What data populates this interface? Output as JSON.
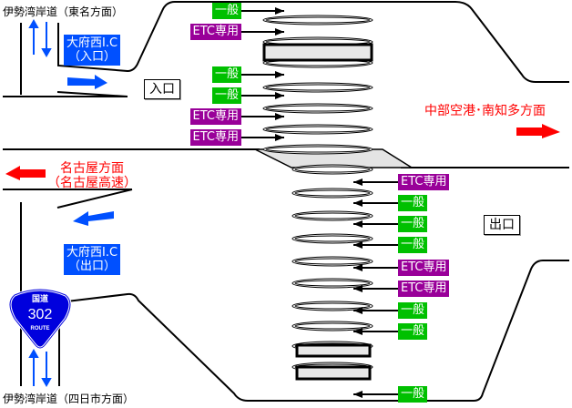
{
  "directions": {
    "top_left": "伊勢湾岸道（東名方面）",
    "bottom_left": "伊勢湾岸道（四日市方面）",
    "east": "中部空港･南知多方面",
    "west_line1": "名古屋方面",
    "west_line2": "（名古屋高速）"
  },
  "interchange": {
    "entrance_label": [
      "大府西I.C",
      "（入口）"
    ],
    "exit_label": [
      "大府西I.C",
      "（出口）"
    ]
  },
  "area_labels": {
    "entrance": "入口",
    "exit": "出口"
  },
  "route_sign": {
    "top": "国道",
    "number": "302",
    "bottom": "ROUTE"
  },
  "entrance_lanes": [
    {
      "label": "一般",
      "type": "general"
    },
    {
      "label": "ETC専用",
      "type": "etc"
    },
    {
      "label": "一般",
      "type": "general"
    },
    {
      "label": "一般",
      "type": "general"
    },
    {
      "label": "ETC専用",
      "type": "etc"
    },
    {
      "label": "ETC専用",
      "type": "etc"
    }
  ],
  "exit_lanes": [
    {
      "label": "ETC専用",
      "type": "etc"
    },
    {
      "label": "一般",
      "type": "general"
    },
    {
      "label": "一般",
      "type": "general"
    },
    {
      "label": "一般",
      "type": "general"
    },
    {
      "label": "ETC専用",
      "type": "etc"
    },
    {
      "label": "ETC専用",
      "type": "etc"
    },
    {
      "label": "一般",
      "type": "general"
    },
    {
      "label": "一般",
      "type": "general"
    },
    {
      "label": "一般",
      "type": "general"
    }
  ],
  "colors": {
    "general": "#00c000",
    "etc": "#990099",
    "direction_arrow": "#ff0000",
    "ramp_arrow": "#0050ff",
    "route_sign": "#0000dd"
  }
}
